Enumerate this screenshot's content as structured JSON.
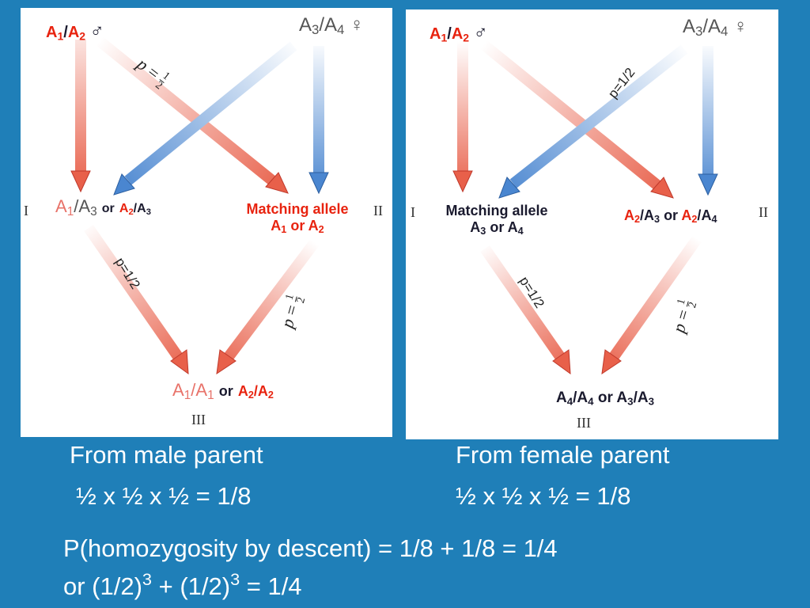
{
  "left": {
    "top_left": {
      "a": "A",
      "s1": "1",
      "sep": "/",
      "b": "A",
      "s2": "2",
      "symbol": "♂"
    },
    "top_right": {
      "a": "A",
      "s1": "3",
      "sep": "/",
      "b": "A",
      "s2": "4",
      "symbol": "♀"
    },
    "p_top": {
      "p": "p",
      "eq": "=",
      "num": "1",
      "den": "2"
    },
    "roman_i": "I",
    "roman_ii": "II",
    "roman_iii": "III",
    "mid_left": {
      "a": "A",
      "s1": "1",
      "sep": "/",
      "b": "A",
      "s2": "3",
      "or": "or",
      "c": "A",
      "s3": "2",
      "sep2": "/",
      "d": "A",
      "s4": "3"
    },
    "mid_right": {
      "line1": "Matching allele",
      "a": "A",
      "s1": "1",
      "or": "or",
      "b": "A",
      "s2": "2"
    },
    "p_left": "p=1/2",
    "p_right": {
      "p": "p",
      "eq": "=",
      "num": "1",
      "den": "2"
    },
    "bottom": {
      "a": "A",
      "s1": "1",
      "sep": "/",
      "b": "A",
      "s2": "1",
      "or": "or",
      "c": "A",
      "s3": "2",
      "sep2": "/",
      "d": "A",
      "s4": "2"
    }
  },
  "right": {
    "top_left": {
      "a": "A",
      "s1": "1",
      "sep": "/",
      "b": "A",
      "s2": "2",
      "symbol": "♂"
    },
    "top_right": {
      "a": "A",
      "s1": "3",
      "sep": "/",
      "b": "A",
      "s2": "4",
      "symbol": "♀"
    },
    "p_top": "p=1/2",
    "roman_i": "I",
    "roman_ii": "II",
    "roman_iii": "III",
    "mid_left": {
      "line1": "Matching allele",
      "a": "A",
      "s1": "3",
      "or": "or",
      "b": "A",
      "s2": "4"
    },
    "mid_right": {
      "a": "A",
      "s1": "2",
      "sep": "/",
      "b": "A",
      "s2": "3",
      "or": "or",
      "c": "A",
      "s3": "2",
      "sep2": "/",
      "d": "A",
      "s4": "4"
    },
    "p_left": "p=1/2",
    "p_right": {
      "p": "p",
      "eq": "=",
      "num": "1",
      "den": "2"
    },
    "bottom": {
      "a": "A",
      "s1": "4",
      "sep": "/",
      "b": "A",
      "s2": "4",
      "or": "or",
      "c": "A",
      "s3": "3",
      "sep2": "/",
      "d": "A",
      "s4": "3"
    }
  },
  "captions": {
    "male_title": "From male parent",
    "male_calc": "½ x ½ x ½  = 1/8",
    "female_title": "From female parent",
    "female_calc": "½ x ½ x ½ = 1/8",
    "summary_line1": "P(homozygosity by descent) = 1/8 + 1/8 = 1/4",
    "summary_line2_a": "or (1/2)",
    "summary_exp1": "3",
    "summary_line2_b": " + (1/2)",
    "summary_exp2": "3",
    "summary_line2_c": " = 1/4"
  },
  "colors": {
    "background": "#1f7fb8",
    "red_arrow": "#e8604a",
    "blue_arrow": "#4a86d0",
    "red_text": "#e8230f"
  }
}
